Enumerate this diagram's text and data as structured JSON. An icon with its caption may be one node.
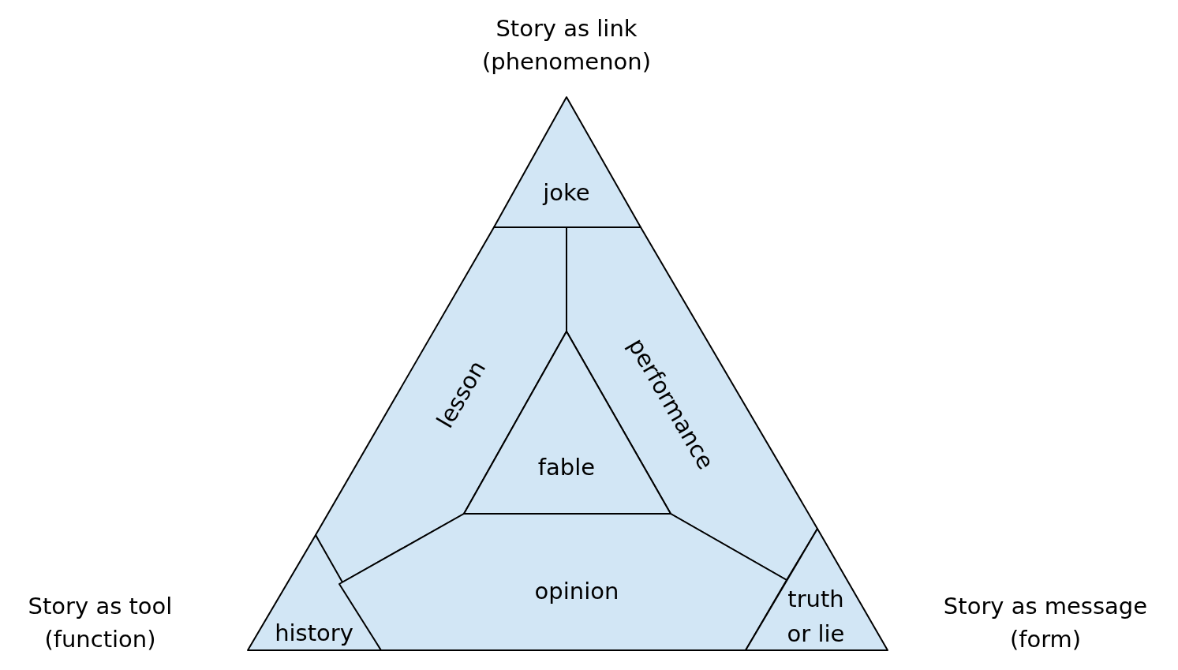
{
  "diagram": {
    "nodes": [
      {
        "text": [
          "joke"
        ]
      },
      {
        "text": [
          "lesson"
        ]
      },
      {
        "text": [
          "performance"
        ]
      },
      {
        "text": [
          "fable"
        ]
      },
      {
        "text": [
          "history"
        ]
      },
      {
        "text": [
          "opinion"
        ]
      },
      {
        "text": [
          "truth or lie"
        ]
      }
    ],
    "labels": [
      "Story as link (phenomenon)",
      "Story as tool (function)",
      "Story as message (form)"
    ]
  }
}
